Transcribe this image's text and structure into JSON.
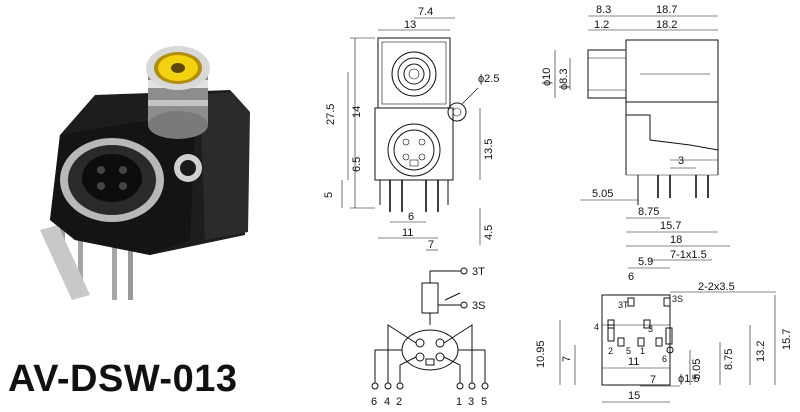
{
  "model": "AV-DSW-013",
  "front_view": {
    "dims": {
      "top_right": "7.4",
      "top_width": "13",
      "hole_dia": "ϕ2.5",
      "height_total": "27.5",
      "height_upper": "14",
      "height_mid": "6.5",
      "height_low": "5",
      "sjack_height": "13.5",
      "pin_len": "4.5",
      "pin_pitch": "6",
      "pin_span": "11",
      "foot": "7"
    }
  },
  "side_view": {
    "dims": {
      "top_a": "8.3",
      "top_b": "18.7",
      "top_c": "1.2",
      "top_d": "18.2",
      "dia_a": "ϕ10",
      "dia_b": "ϕ8.3",
      "gap": "3",
      "offset_a": "5.05",
      "offset_b": "8.75",
      "len_a": "15.7",
      "len_b": "18"
    }
  },
  "schematic": {
    "labels": {
      "t3": "3T",
      "s3": "3S"
    },
    "pin_numbers": [
      "6",
      "4",
      "2",
      "1",
      "3",
      "5"
    ]
  },
  "pcb_layout": {
    "dims": {
      "pitch_top": "5.9",
      "holes_a": "7-1x1.5",
      "six": "6",
      "holes_b": "2-2x3.5",
      "h_1095": "10.95",
      "h_7": "7",
      "h_132": "13.2",
      "h_157": "15.7",
      "h_875": "8.75",
      "h_505": "5.05",
      "w_11": "11",
      "w_7": "7",
      "w_15": "15",
      "pad_dia": "ϕ1.5"
    },
    "pin_labels": [
      "3T",
      "3S",
      "4",
      "2",
      "5",
      "1",
      "3",
      "6"
    ]
  }
}
